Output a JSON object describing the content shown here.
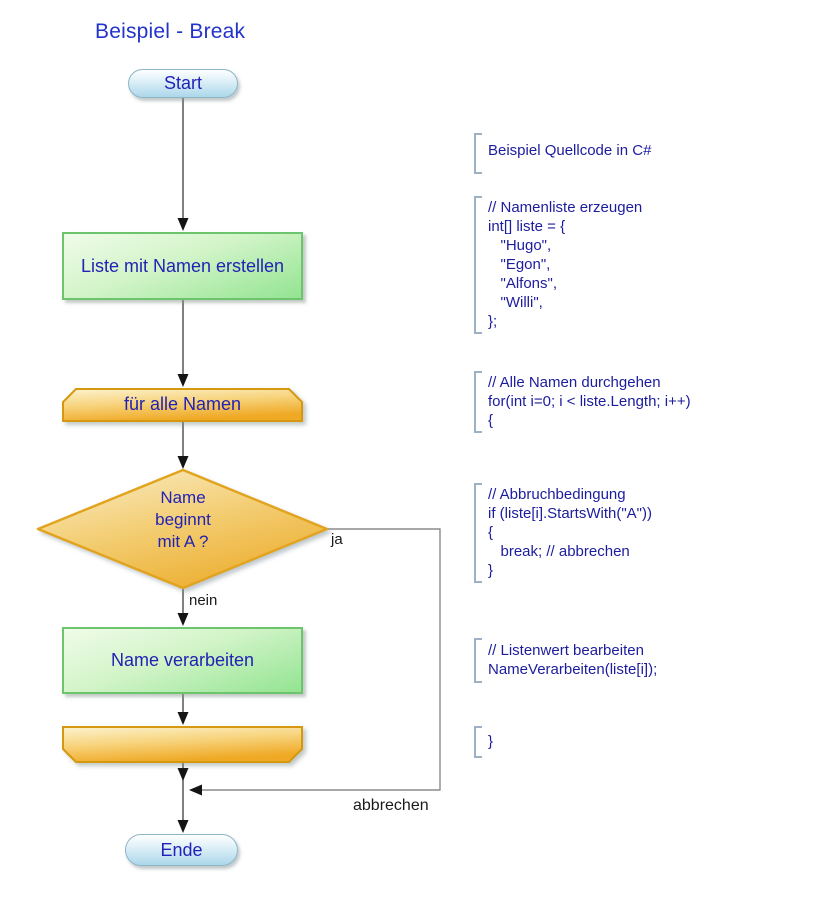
{
  "title": "Beispiel - Break",
  "flowchart": {
    "start": {
      "label": "Start"
    },
    "process_create_list": {
      "label": "Liste mit Namen erstellen"
    },
    "loop_start": {
      "label": "für alle Namen"
    },
    "decision": {
      "label": "Name\nbeginnt\nmit A ?"
    },
    "process_handle_name": {
      "label": "Name verarbeiten"
    },
    "end": {
      "label": "Ende"
    },
    "edge_labels": {
      "yes": "ja",
      "no": "nein",
      "break_edge": "abbrechen"
    }
  },
  "code_annotations": [
    {
      "text": "Beispiel Quellcode in C#"
    },
    {
      "text": "// Namenliste erzeugen\nint[] liste = {\n   \"Hugo\",\n   \"Egon\",\n   \"Alfons\",\n   \"Willi\",\n};"
    },
    {
      "text": "// Alle Namen durchgehen\nfor(int i=0; i < liste.Length; i++)\n{"
    },
    {
      "text": "// Abbruchbedingung\nif (liste[i].StartsWith(\"A\"))\n{\n   break; // abbrechen\n}"
    },
    {
      "text": "// Listenwert bearbeiten\nNameVerarbeiten(liste[i]);"
    },
    {
      "text": "}"
    }
  ],
  "colors": {
    "title_text": "#2233cc",
    "shape_text": "#2222b4",
    "code_text": "#1c1c9e",
    "process_green": "#93e492",
    "process_border": "#6cc56c",
    "loop_orange": "#f2ad2b",
    "loop_border": "#d6980f",
    "terminal_blue": "#abd7ea",
    "terminal_border": "#8fb5c8",
    "connector_dark": "#3c3c3c",
    "connector_branch": "#8c8c8c",
    "bracket": "#9db1c5"
  }
}
